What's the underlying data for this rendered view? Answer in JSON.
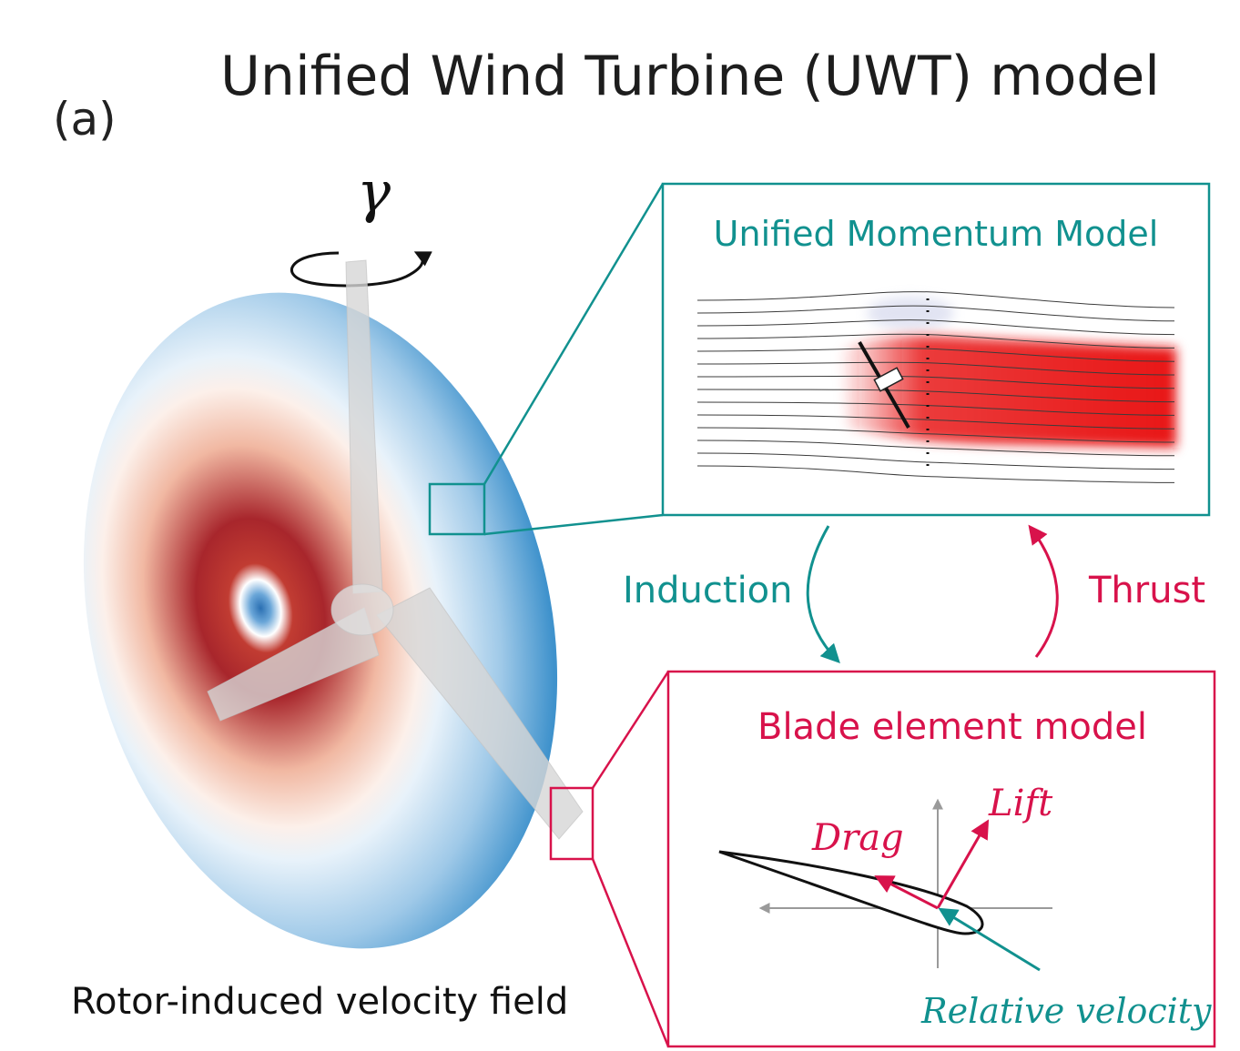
{
  "panel_label": "(a)",
  "title": "Unified Wind Turbine (UWT) model",
  "yaw_symbol": "γ",
  "rotor_caption": "Rotor-induced velocity field",
  "momentum_box": {
    "title": "Unified Momentum Model"
  },
  "blade_box": {
    "title": "Blade element model"
  },
  "coupling": {
    "induction": "Induction",
    "thrust": "Thrust"
  },
  "forces": {
    "lift": "Lift",
    "drag": "Drag",
    "relative_velocity": "Relative velocity"
  },
  "colors": {
    "teal": "#11918f",
    "crimson": "#d8124b",
    "wake_red": "#e81818",
    "rotor_blue": "#3f92cc"
  }
}
